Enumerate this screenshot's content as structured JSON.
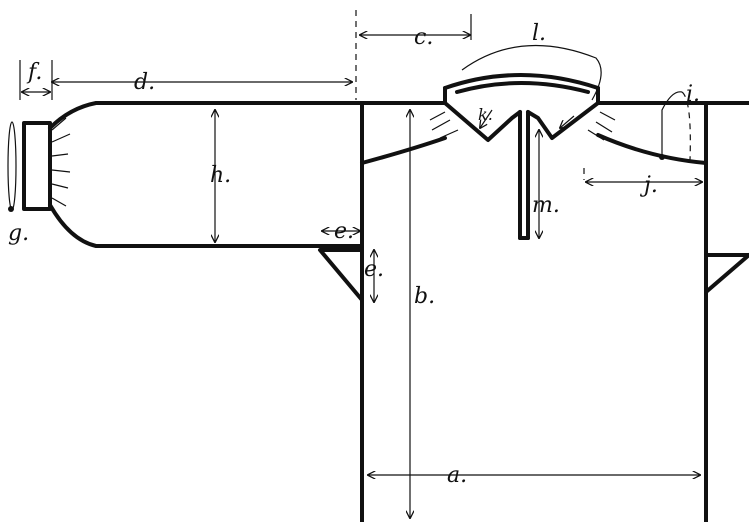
{
  "diagram": {
    "labels": {
      "a": "a.",
      "b": "b.",
      "c": "c.",
      "d": "d.",
      "e1": "e.",
      "e2": "e.",
      "f": "f.",
      "g": "g.",
      "h": "h.",
      "i": "i.",
      "j": "j.",
      "k": "k.",
      "l": "l.",
      "m": "m."
    }
  }
}
